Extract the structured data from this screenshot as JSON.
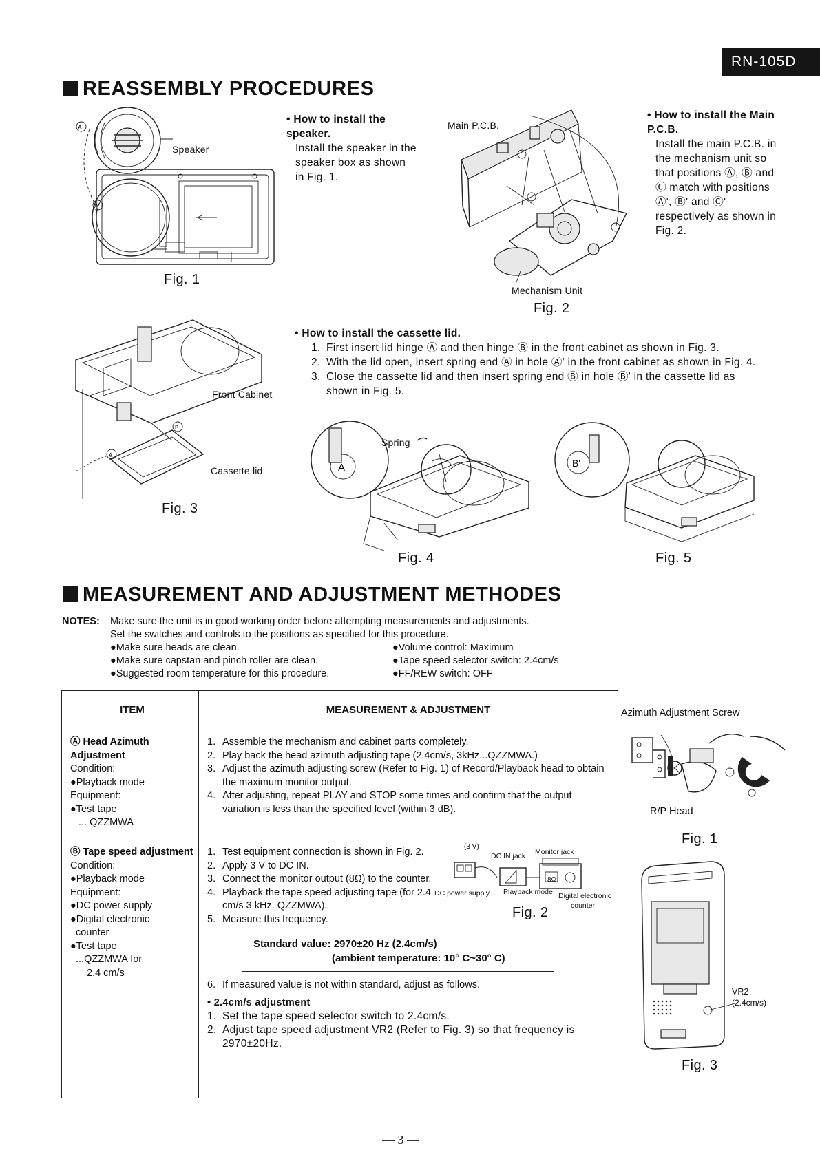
{
  "header": {
    "model": "RN-105D"
  },
  "reassembly": {
    "title": "REASSEMBLY PROCEDURES",
    "speaker": {
      "heading": "• How to install the speaker.",
      "text": "Install the speaker in the speaker box as shown in Fig. 1.",
      "fig_label_speaker": "Speaker",
      "fig_caption": "Fig. 1"
    },
    "main_pcb": {
      "heading": "• How to install the Main P.C.B.",
      "text": "Install the main P.C.B. in the mechanism unit so that positions Ⓐ, Ⓑ and Ⓒ match with positions Ⓐ', Ⓑ' and Ⓒ' respectively as shown in Fig. 2.",
      "fig_label_pcb": "Main P.C.B.",
      "fig_label_mech": "Mechanism Unit",
      "fig_caption": "Fig. 2"
    },
    "cassette_lid": {
      "heading": "• How to install the cassette lid.",
      "steps": [
        "First insert lid hinge Ⓐ and then hinge Ⓑ in the front cabinet as shown in Fig. 3.",
        "With the lid open, insert spring end Ⓐ in hole Ⓐ' in the front cabinet as shown in Fig. 4.",
        "Close the cassette lid and then insert spring end Ⓑ in hole Ⓑ' in the cassette lid as shown in Fig. 5."
      ],
      "fig3_label_front": "Front Cabinet",
      "fig3_label_lid": "Cassette lid",
      "fig3_caption": "Fig. 3",
      "fig4_label_spring": "Spring",
      "fig4_caption": "Fig. 4",
      "fig5_caption": "Fig. 5"
    }
  },
  "measurement": {
    "title": "MEASUREMENT AND ADJUSTMENT METHODES",
    "notes_label": "NOTES:",
    "notes_line1": "Make sure the unit is in good working order before attempting measurements and adjustments.",
    "notes_line2": "Set the switches and controls to the positions as specified for this procedure.",
    "notes_left": [
      "●Make sure heads are clean.",
      "●Make sure capstan and pinch roller are clean.",
      "●Suggested room temperature for this procedure."
    ],
    "notes_right": [
      "●Volume control:  Maximum",
      "●Tape speed selector switch: 2.4cm/s",
      "●FF/REW switch:  OFF"
    ],
    "table": {
      "col_item": "ITEM",
      "col_meas": "MEASUREMENT & ADJUSTMENT",
      "rows": [
        {
          "title": "Ⓐ Head Azimuth Adjustment",
          "details": [
            "Condition:",
            "●Playback mode",
            "Equipment:",
            "●Test tape",
            "... QZZMWA"
          ],
          "steps": [
            "Assemble the mechanism and cabinet parts completely.",
            "Play back the head azimuth adjusting tape (2.4cm/s, 3kHz...QZZMWA.)",
            "Adjust the azimuth adjusting screw (Refer to Fig. 1) of Record/Playback head to obtain the maximum monitor output.",
            "After adjusting, repeat PLAY and STOP some times and confirm that the output variation is less than the specified level (within 3 dB)."
          ]
        },
        {
          "title": "Ⓑ Tape speed adjustment",
          "details": [
            "Condition:",
            "●Playback mode",
            "Equipment:",
            "●DC power supply",
            "●Digital electronic",
            "counter",
            "●Test tape",
            "...QZZMWA for",
            "2.4 cm/s"
          ],
          "steps": [
            "Test equipment connection is shown in Fig. 2.",
            "Apply 3 V to DC IN.",
            "Connect the monitor output (8Ω) to the counter.",
            "Playback the tape speed adjusting tape (for 2.4 cm/s 3 kHz. QZZMWA).",
            "Measure this frequency."
          ],
          "standard_line1": "Standard value: 2970±20 Hz (2.4cm/s)",
          "standard_line2": "(ambient temperature: 10° C~30° C)",
          "step6": "If measured value is not within standard, adjust as follows.",
          "sub_heading": "• 2.4cm/s adjustment",
          "sub_steps": [
            "Set the tape speed selector switch to 2.4cm/s.",
            "Adjust tape speed adjustment VR2 (Refer to Fig. 3) so that frequency is 2970±20Hz."
          ],
          "diagram": {
            "v3": "(3 V)",
            "dc_in": "DC IN jack",
            "monitor": "Monitor jack",
            "ohm": "8Ω",
            "dc_power": "DC power supply",
            "playback": "Playback mode",
            "digital": "Digital electronic",
            "counter": "counter",
            "caption": "Fig. 2"
          }
        }
      ]
    },
    "side_fig1": {
      "label_top": "Azimuth Adjustment Screw",
      "label_bottom": "R/P Head",
      "caption": "Fig. 1"
    },
    "side_fig3": {
      "label_vr": "VR2",
      "label_speed": "(2.4cm/s)",
      "caption": "Fig. 3"
    }
  },
  "footer": {
    "page": "— 3 —"
  }
}
